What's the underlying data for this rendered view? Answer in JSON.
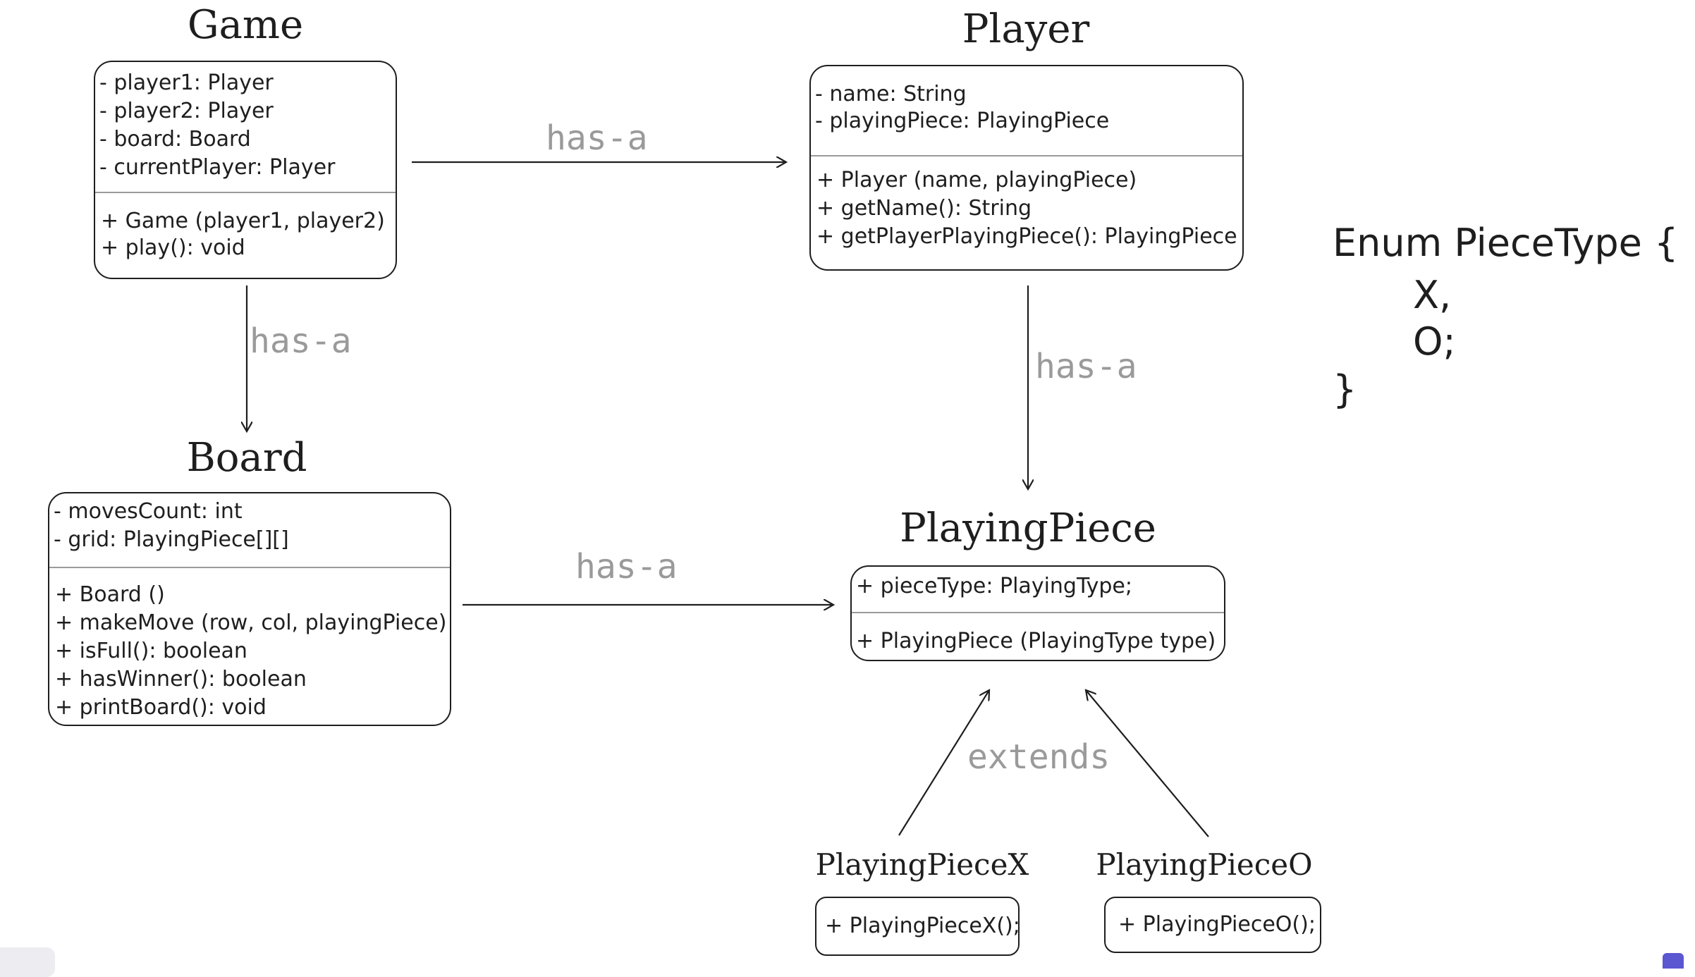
{
  "classes": {
    "game": {
      "title": "Game",
      "fields": [
        "- player1: Player",
        "- player2: Player",
        "- board: Board",
        "- currentPlayer: Player"
      ],
      "methods": [
        "+ Game (player1, player2)",
        "+ play(): void"
      ]
    },
    "player": {
      "title": "Player",
      "fields": [
        "- name: String",
        "- playingPiece: PlayingPiece"
      ],
      "methods": [
        "+ Player (name, playingPiece)",
        "+ getName(): String",
        "+ getPlayerPlayingPiece(): PlayingPiece"
      ]
    },
    "board": {
      "title": "Board",
      "fields": [
        "- movesCount: int",
        "- grid: PlayingPiece[][]"
      ],
      "methods": [
        "+ Board ()",
        "+ makeMove (row, col, playingPiece)",
        "+ isFull(): boolean",
        "+ hasWinner(): boolean",
        "+ printBoard(): void"
      ]
    },
    "playing_piece": {
      "title": "PlayingPiece",
      "fields": [
        "+ pieceType: PlayingType;"
      ],
      "methods": [
        "+ PlayingPiece (PlayingType type)"
      ]
    },
    "playing_piece_x": {
      "title": "PlayingPieceX",
      "methods": [
        "+ PlayingPieceX();"
      ]
    },
    "playing_piece_o": {
      "title": "PlayingPieceO",
      "methods": [
        "+ PlayingPieceO();"
      ]
    }
  },
  "relations": {
    "game_player": "has-a",
    "game_board": "has-a",
    "player_piece": "has-a",
    "board_piece": "has-a",
    "piece_extends": "extends"
  },
  "enum_block": {
    "header": "Enum PieceType {",
    "values": [
      "X,",
      "O;"
    ],
    "close": "}"
  },
  "colors": {
    "stroke": "#1e1e1e",
    "label_gray": "#9a9a9a",
    "divider_gray": "#9a9a9a",
    "background": "#ffffff"
  }
}
